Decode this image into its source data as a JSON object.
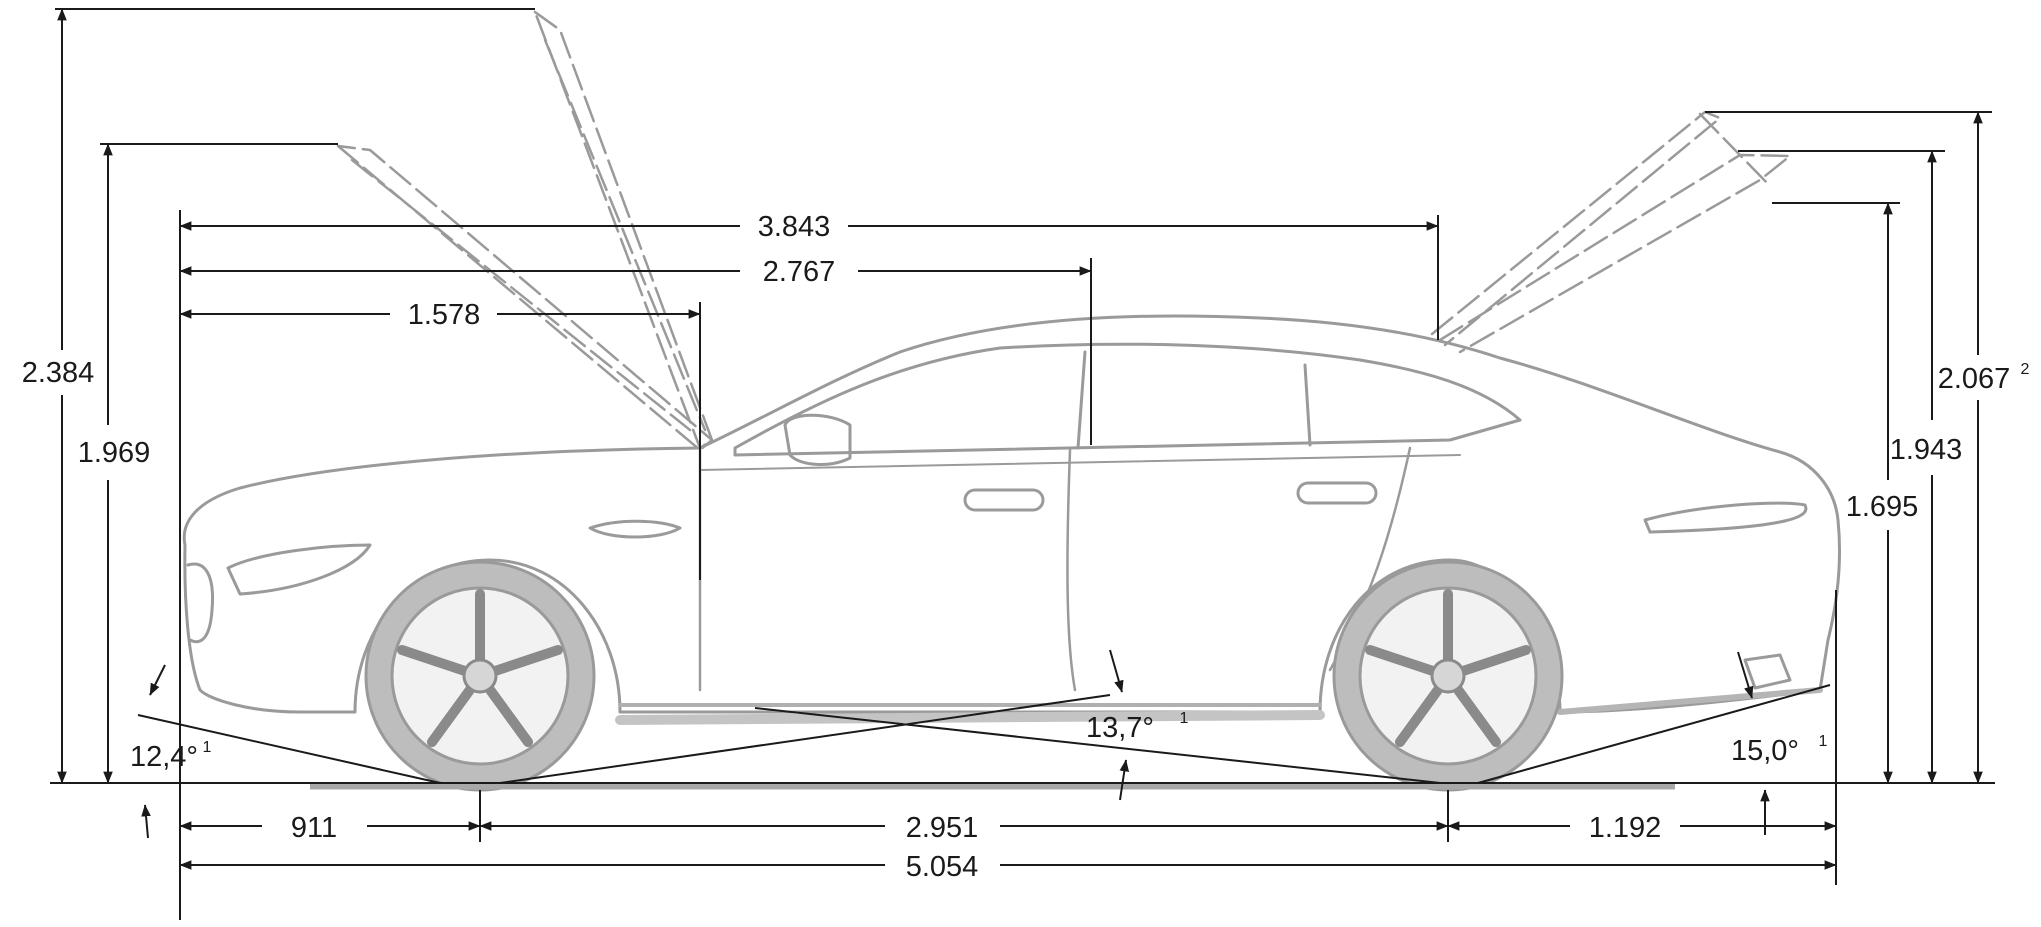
{
  "colors": {
    "background": "#ffffff",
    "dimension_line": "#1a1a1a",
    "car_outline": "#9a9a9a",
    "car_fill": "#b8b8b8",
    "ground": "#a8a8a8"
  },
  "dimensions": {
    "height_hood_open": "2.384",
    "height_trunk_open": "2.067",
    "height_trunk_open_footnote": "2",
    "height_hood_open_low": "1.969",
    "height_spoiler": "1.943",
    "height_roof": "1.695",
    "front_to_cowl": "1.578",
    "front_to_b_pillar": "2.767",
    "front_to_rear_edge": "3.843",
    "front_overhang": "911",
    "wheelbase": "2.951",
    "rear_overhang": "1.192",
    "overall_length": "5.054"
  },
  "angles": {
    "approach": "12,4°",
    "approach_footnote": "1",
    "ramp_breakover": "13,7°",
    "ramp_breakover_footnote": "1",
    "departure": "15,0°",
    "departure_footnote": "1"
  }
}
